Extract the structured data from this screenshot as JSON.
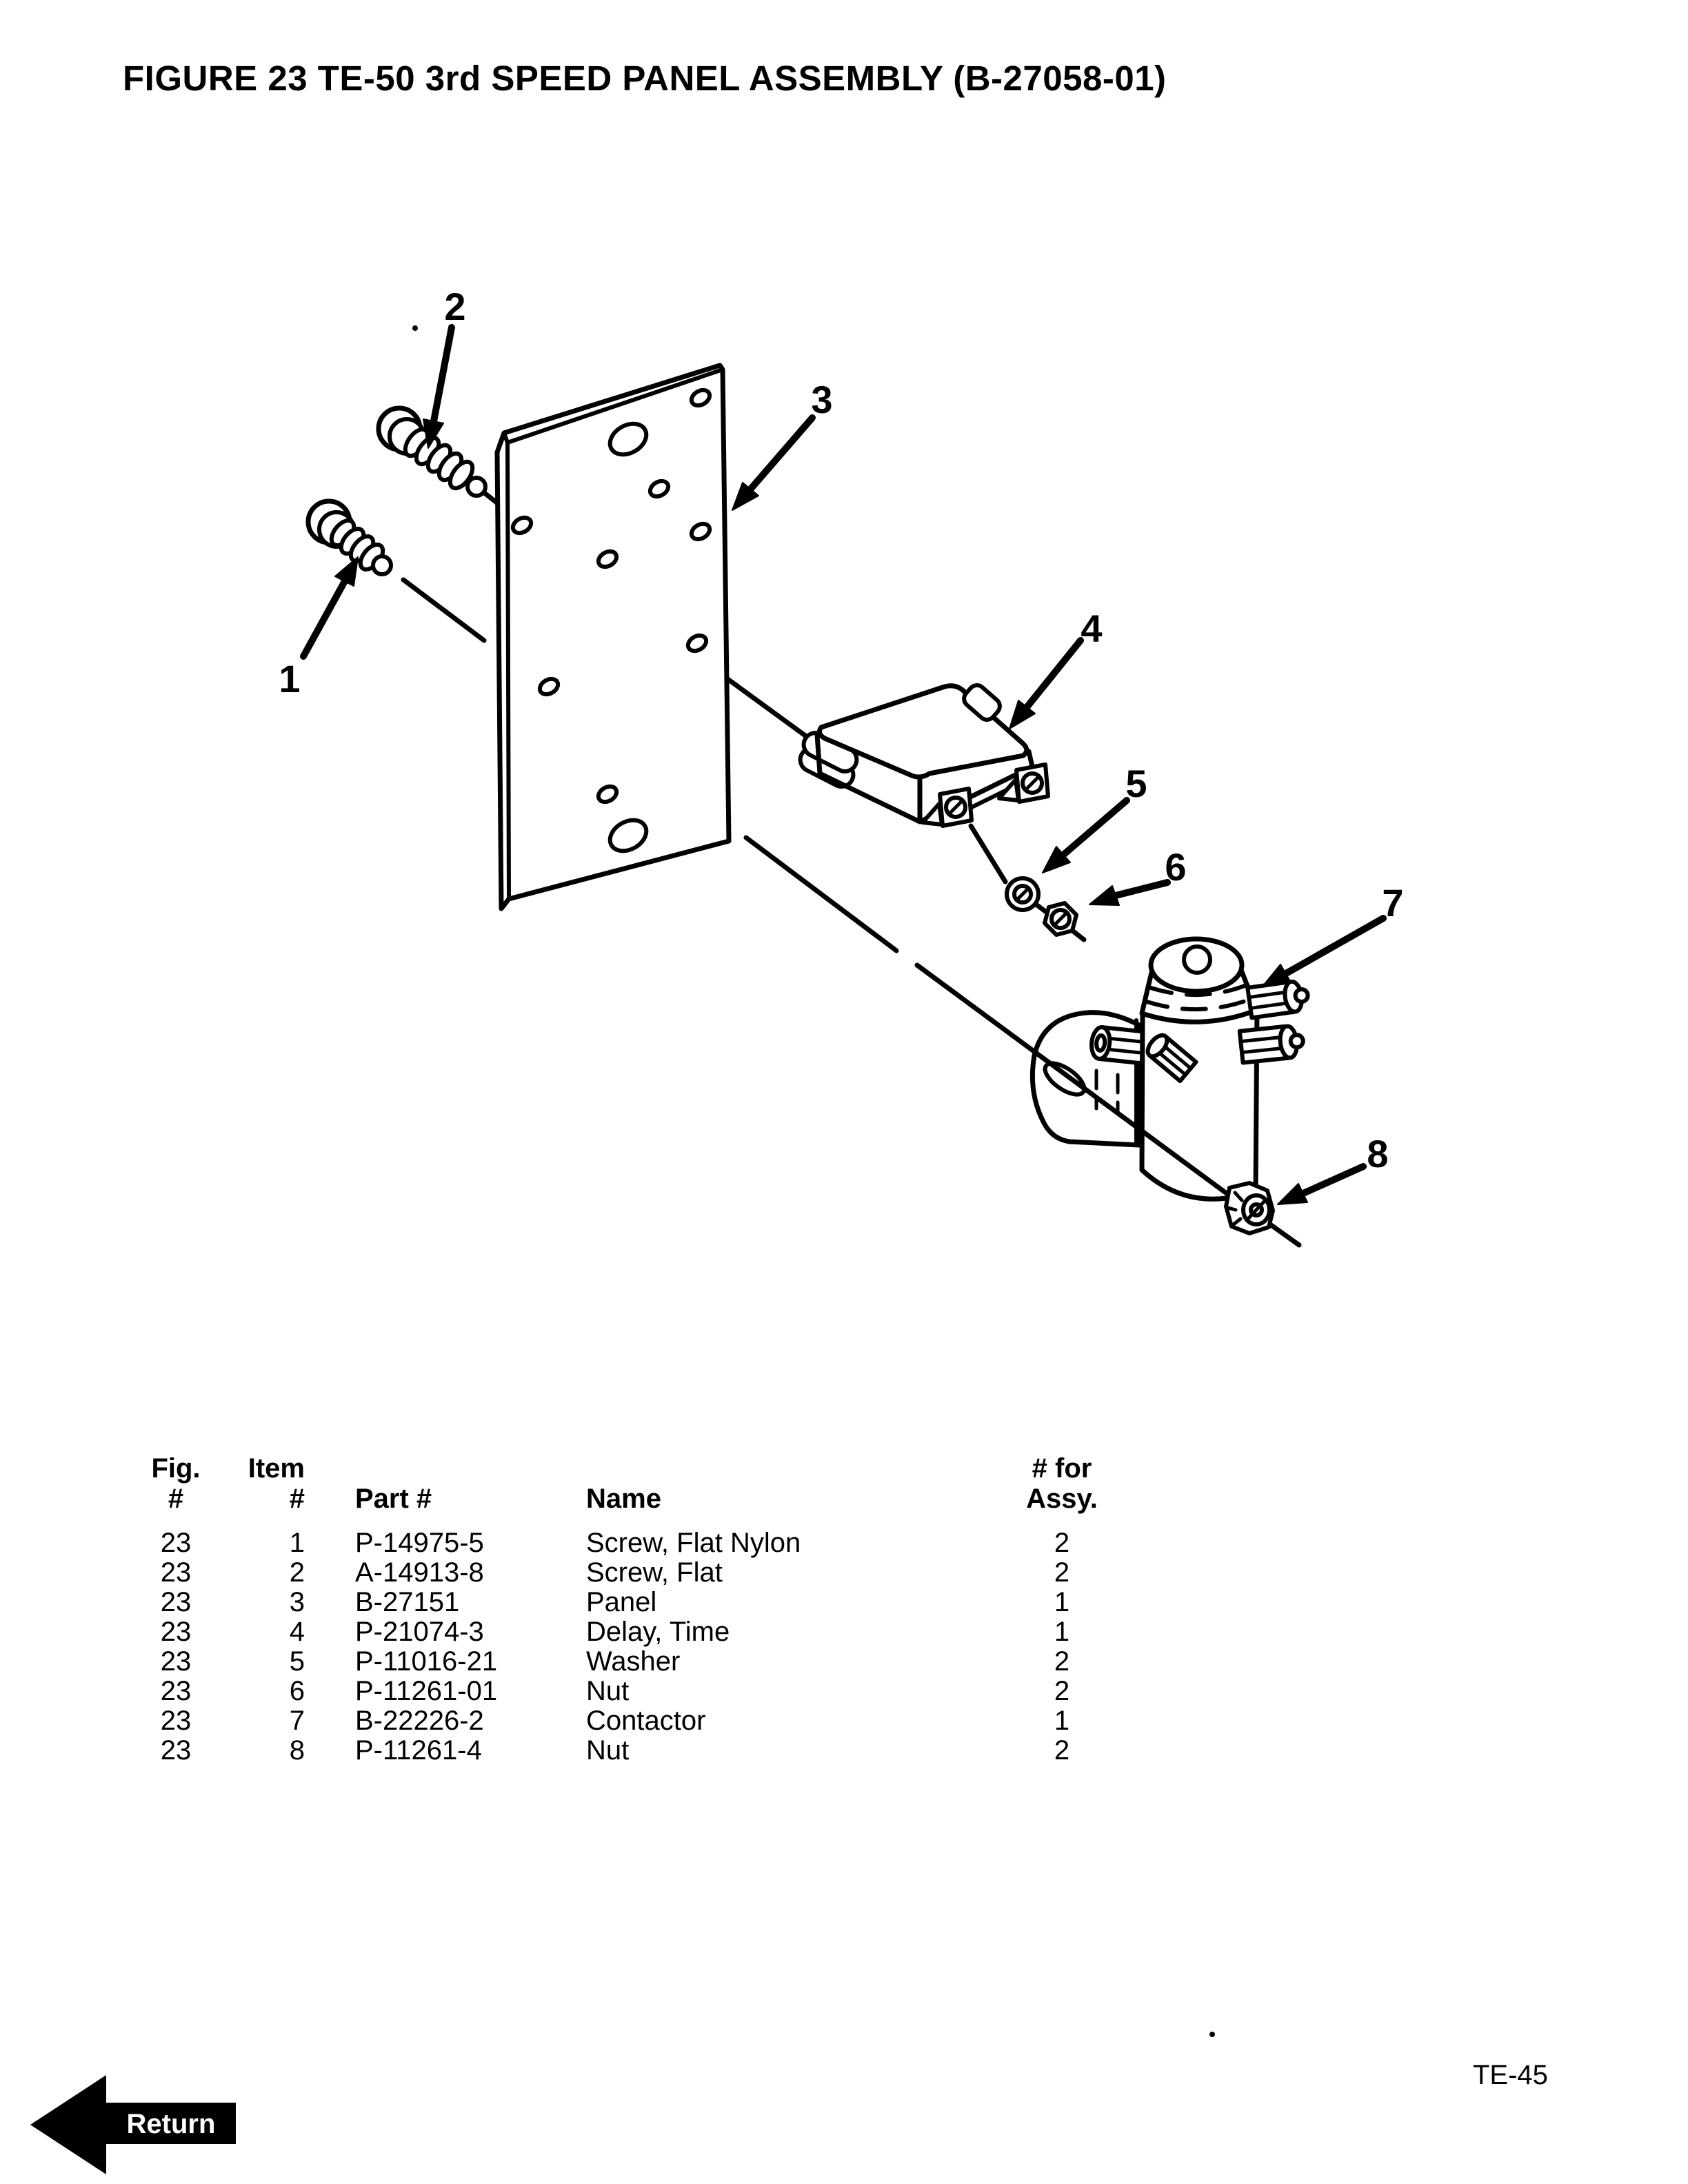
{
  "page": {
    "title": "FIGURE 23 TE-50 3rd SPEED PANEL ASSEMBLY (B-27058-01)",
    "page_number": "TE-45"
  },
  "diagram": {
    "callouts": [
      "1",
      "2",
      "3",
      "4",
      "5",
      "6",
      "7",
      "8"
    ]
  },
  "table": {
    "headers": {
      "fig_line1": "Fig.",
      "fig_line2": "#",
      "item_line1": "Item",
      "item_line2": "#",
      "part": "Part #",
      "name": "Name",
      "qty_line1": "# for",
      "qty_line2": "Assy."
    },
    "rows": [
      {
        "fig": "23",
        "item": "1",
        "part": "P-14975-5",
        "name": "Screw, Flat Nylon",
        "qty": "2"
      },
      {
        "fig": "23",
        "item": "2",
        "part": "A-14913-8",
        "name": "Screw, Flat",
        "qty": "2"
      },
      {
        "fig": "23",
        "item": "3",
        "part": "B-27151",
        "name": "Panel",
        "qty": "1"
      },
      {
        "fig": "23",
        "item": "4",
        "part": "P-21074-3",
        "name": "Delay, Time",
        "qty": "1"
      },
      {
        "fig": "23",
        "item": "5",
        "part": "P-11016-21",
        "name": "Washer",
        "qty": "2"
      },
      {
        "fig": "23",
        "item": "6",
        "part": "P-11261-01",
        "name": "Nut",
        "qty": "2"
      },
      {
        "fig": "23",
        "item": "7",
        "part": "B-22226-2",
        "name": "Contactor",
        "qty": "1"
      },
      {
        "fig": "23",
        "item": "8",
        "part": "P-11261-4",
        "name": "Nut",
        "qty": "2"
      }
    ]
  },
  "footer": {
    "return_label": "Return"
  }
}
